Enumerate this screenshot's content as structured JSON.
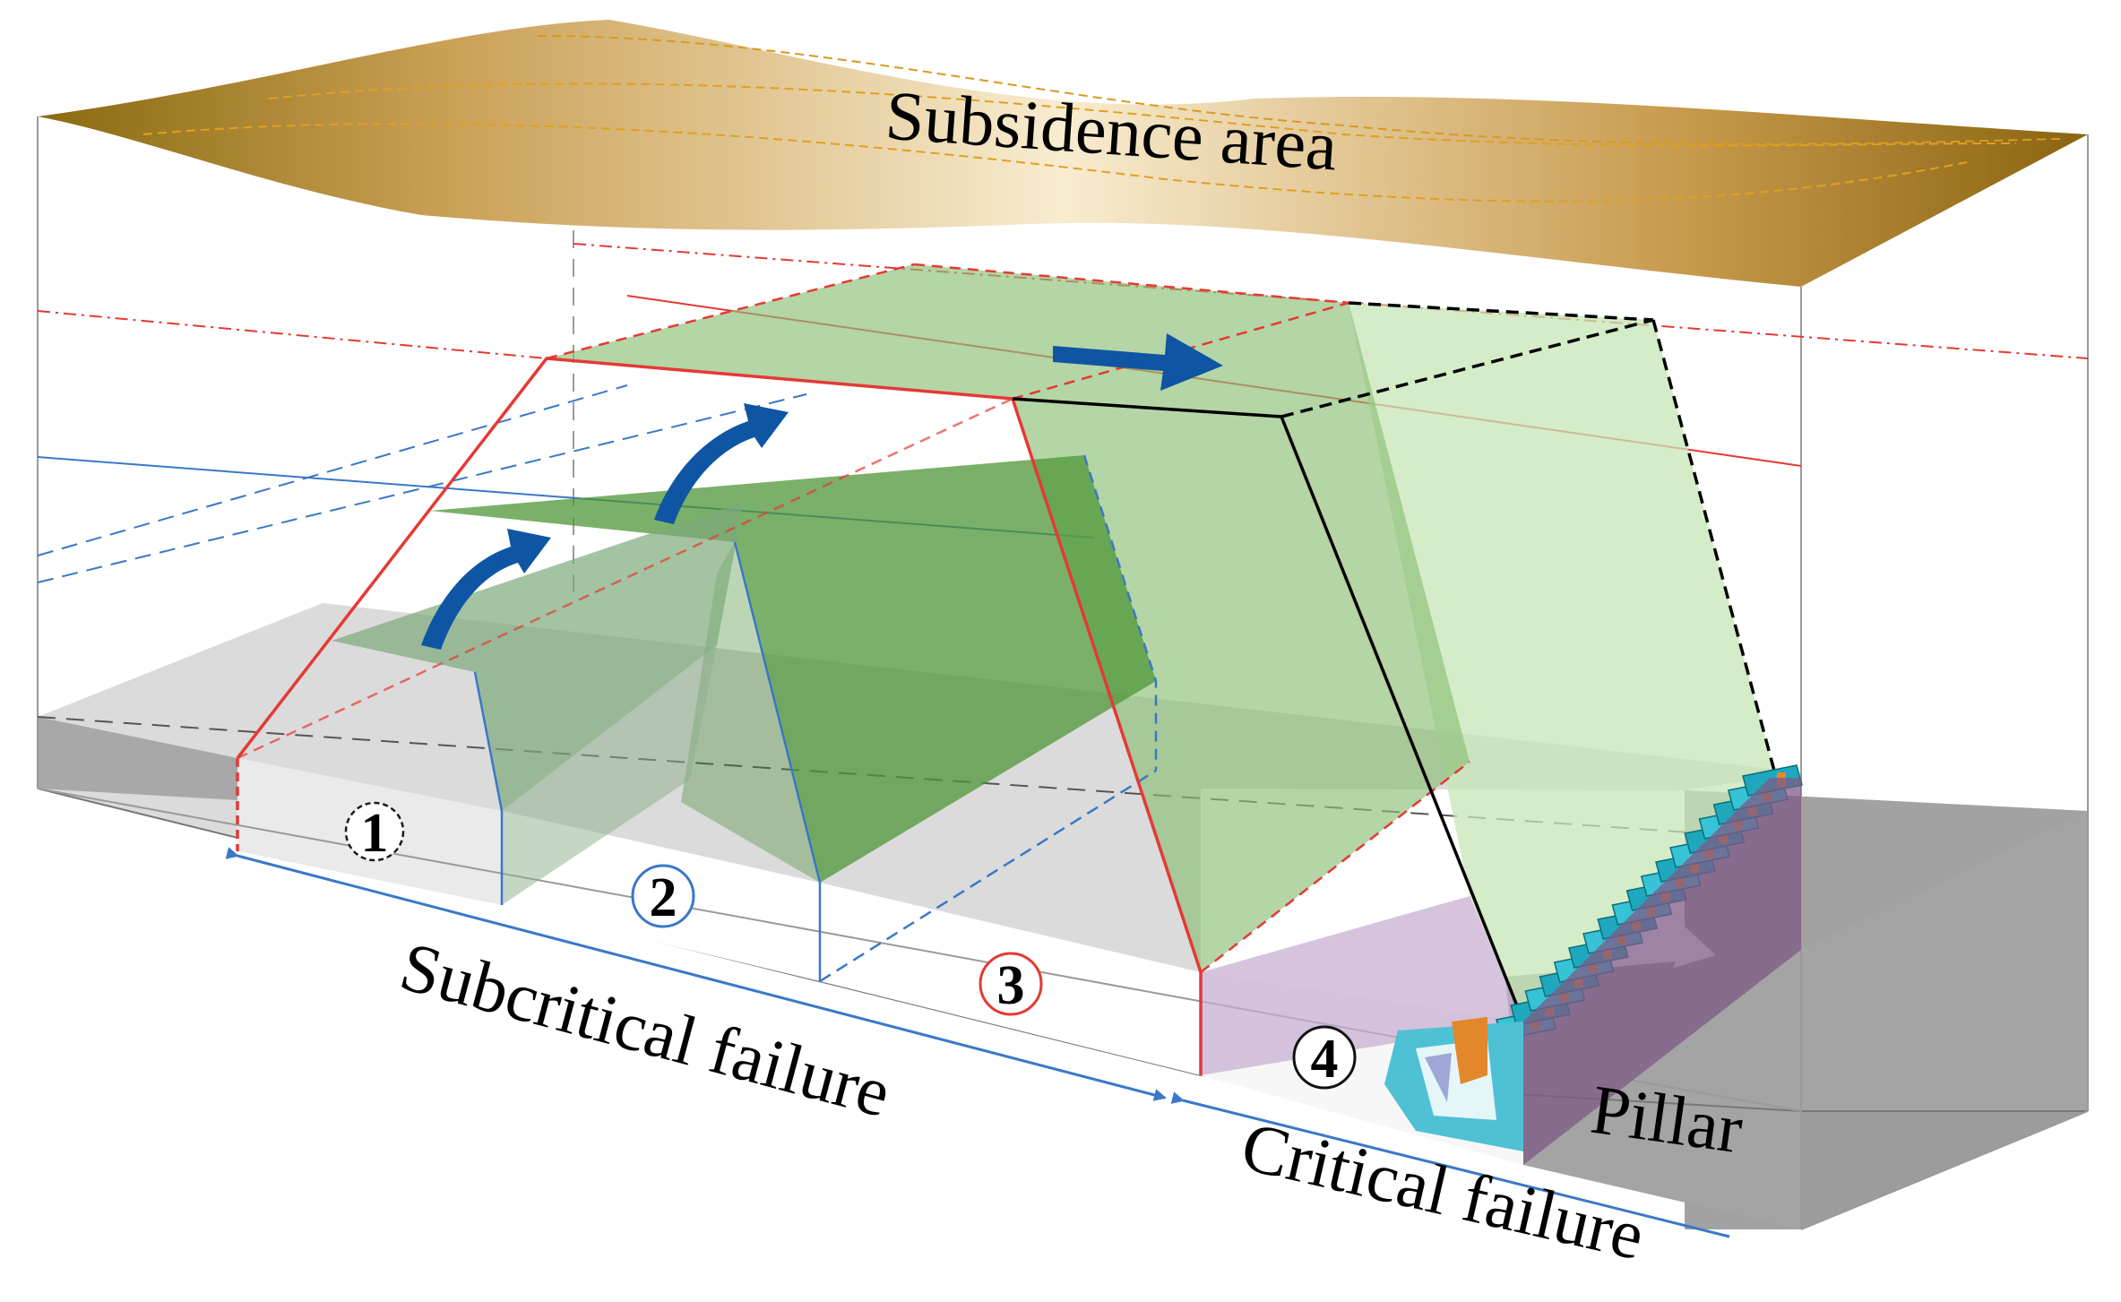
{
  "labels": {
    "subsidence": "Subsidence area",
    "subcritical": "Subcritical failure",
    "critical": "Critical failure",
    "pillar": "Pillar"
  },
  "stages": [
    "1",
    "2",
    "3",
    "4"
  ],
  "colors": {
    "subsidence_dark": "#8a6a10",
    "subsidence_light": "#f6e7c4",
    "caved_zone_green": "#5f9e4a",
    "stage3_boundary": "#e53935",
    "stage2_boundary": "#3a78c8",
    "movement_arrow": "#0e56a3",
    "floor_gray": "#9a9a9a",
    "support_cyan": "#25b4c8",
    "goaf_purple": "#b79ac2"
  }
}
